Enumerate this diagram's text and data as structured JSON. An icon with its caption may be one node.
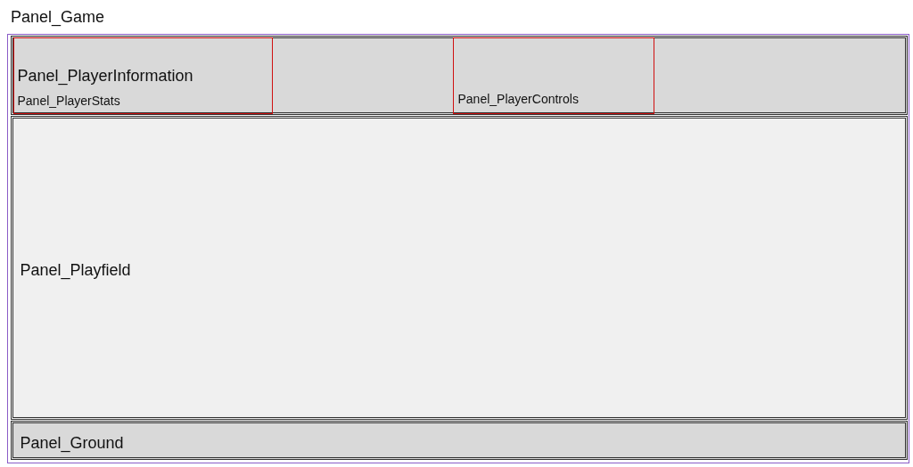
{
  "diagram": {
    "nodes": [
      {
        "text": [
          "Panel_Game"
        ]
      },
      {
        "text": [],
        "shape": "box",
        "in": 0
      },
      {
        "text": [
          "Panel_PlayerInformation",
          "Panel_PlayerStats"
        ],
        "in": 1
      },
      {
        "text": [
          "Panel_PlayerControls"
        ],
        "in": 1
      },
      {
        "text": [
          "Panel_Playfield"
        ],
        "in": 0
      },
      {
        "text": [
          "Panel_Ground"
        ],
        "in": 0
      }
    ]
  }
}
